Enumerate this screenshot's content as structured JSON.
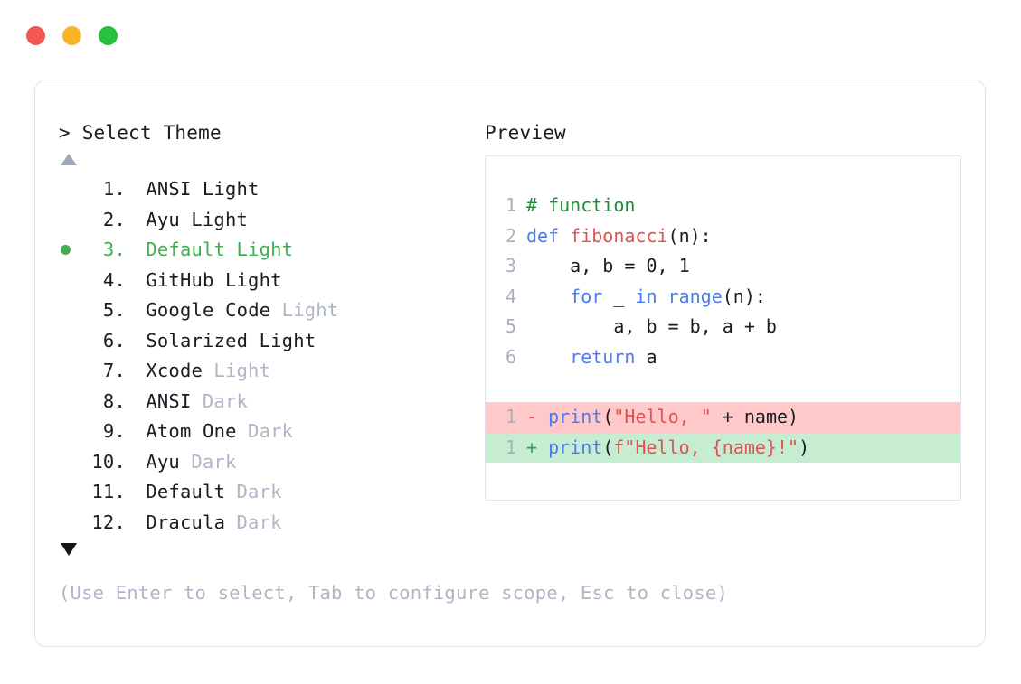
{
  "window": {
    "traffic_lights": [
      {
        "name": "close",
        "color": "#f2584f"
      },
      {
        "name": "minimize",
        "color": "#f5b62a"
      },
      {
        "name": "maximize",
        "color": "#27c140"
      }
    ]
  },
  "prompt": {
    "marker": ">",
    "title": "Select Theme",
    "scroll_up_indicator": "▲",
    "scroll_down_indicator": "▼"
  },
  "theme_list": {
    "selected_index": 3,
    "selected_color": "#3faf52",
    "dim_color": "#aeb6c6",
    "items": [
      {
        "index": "1.",
        "name": "ANSI",
        "variant": "Light",
        "dim_variant": false,
        "selected": false
      },
      {
        "index": "2.",
        "name": "Ayu",
        "variant": "Light",
        "dim_variant": false,
        "selected": false
      },
      {
        "index": "3.",
        "name": "Default",
        "variant": "Light",
        "dim_variant": false,
        "selected": true
      },
      {
        "index": "4.",
        "name": "GitHub",
        "variant": "Light",
        "dim_variant": false,
        "selected": false
      },
      {
        "index": "5.",
        "name": "Google Code",
        "variant": "Light",
        "dim_variant": true,
        "selected": false
      },
      {
        "index": "6.",
        "name": "Solarized",
        "variant": "Light",
        "dim_variant": false,
        "selected": false
      },
      {
        "index": "7.",
        "name": "Xcode",
        "variant": "Light",
        "dim_variant": true,
        "selected": false
      },
      {
        "index": "8.",
        "name": "ANSI",
        "variant": "Dark",
        "dim_variant": true,
        "selected": false
      },
      {
        "index": "9.",
        "name": "Atom One",
        "variant": "Dark",
        "dim_variant": true,
        "selected": false
      },
      {
        "index": "10.",
        "name": "Ayu",
        "variant": "Dark",
        "dim_variant": true,
        "selected": false
      },
      {
        "index": "11.",
        "name": "Default",
        "variant": "Dark",
        "dim_variant": true,
        "selected": false
      },
      {
        "index": "12.",
        "name": "Dracula",
        "variant": "Dark",
        "dim_variant": true,
        "selected": false
      }
    ]
  },
  "preview": {
    "title": "Preview",
    "syntax_colors": {
      "keyword": "#4a7bef",
      "function": "#e05252",
      "comment": "#1a9133",
      "string": "#e05252",
      "plain": "#1b1b24",
      "line_number": "#a8b0c0"
    },
    "code_lines": [
      {
        "num": "1",
        "tokens": [
          {
            "t": "# function",
            "c": "cmt"
          }
        ]
      },
      {
        "num": "2",
        "tokens": [
          {
            "t": "def ",
            "c": "kw"
          },
          {
            "t": "fibonacci",
            "c": "fn"
          },
          {
            "t": "(n):",
            "c": "plain"
          }
        ]
      },
      {
        "num": "3",
        "tokens": [
          {
            "t": "    a, b = 0, 1",
            "c": "plain"
          }
        ]
      },
      {
        "num": "4",
        "tokens": [
          {
            "t": "    ",
            "c": "plain"
          },
          {
            "t": "for",
            "c": "kw"
          },
          {
            "t": " _ ",
            "c": "plain"
          },
          {
            "t": "in range",
            "c": "kw"
          },
          {
            "t": "(n):",
            "c": "plain"
          }
        ]
      },
      {
        "num": "5",
        "tokens": [
          {
            "t": "        a, b = b, a + b",
            "c": "plain"
          }
        ]
      },
      {
        "num": "6",
        "tokens": [
          {
            "t": "    ",
            "c": "plain"
          },
          {
            "t": "return",
            "c": "kw"
          },
          {
            "t": " a",
            "c": "plain"
          }
        ]
      }
    ],
    "diff_lines": [
      {
        "num": "1",
        "sign": "-",
        "kind": "del",
        "bg": "#ffc9c9",
        "tokens": [
          {
            "t": "print",
            "c": "kw"
          },
          {
            "t": "(",
            "c": "plain"
          },
          {
            "t": "\"Hello, \"",
            "c": "str"
          },
          {
            "t": " + name)",
            "c": "plain"
          }
        ]
      },
      {
        "num": "1",
        "sign": "+",
        "kind": "add",
        "bg": "#c6ecd1",
        "tokens": [
          {
            "t": "print",
            "c": "kw"
          },
          {
            "t": "(",
            "c": "plain"
          },
          {
            "t": "f\"Hello, {name}!\"",
            "c": "str"
          },
          {
            "t": ")",
            "c": "plain"
          }
        ]
      }
    ]
  },
  "footer": {
    "hint": "(Use Enter to select, Tab to configure scope, Esc to close)"
  }
}
